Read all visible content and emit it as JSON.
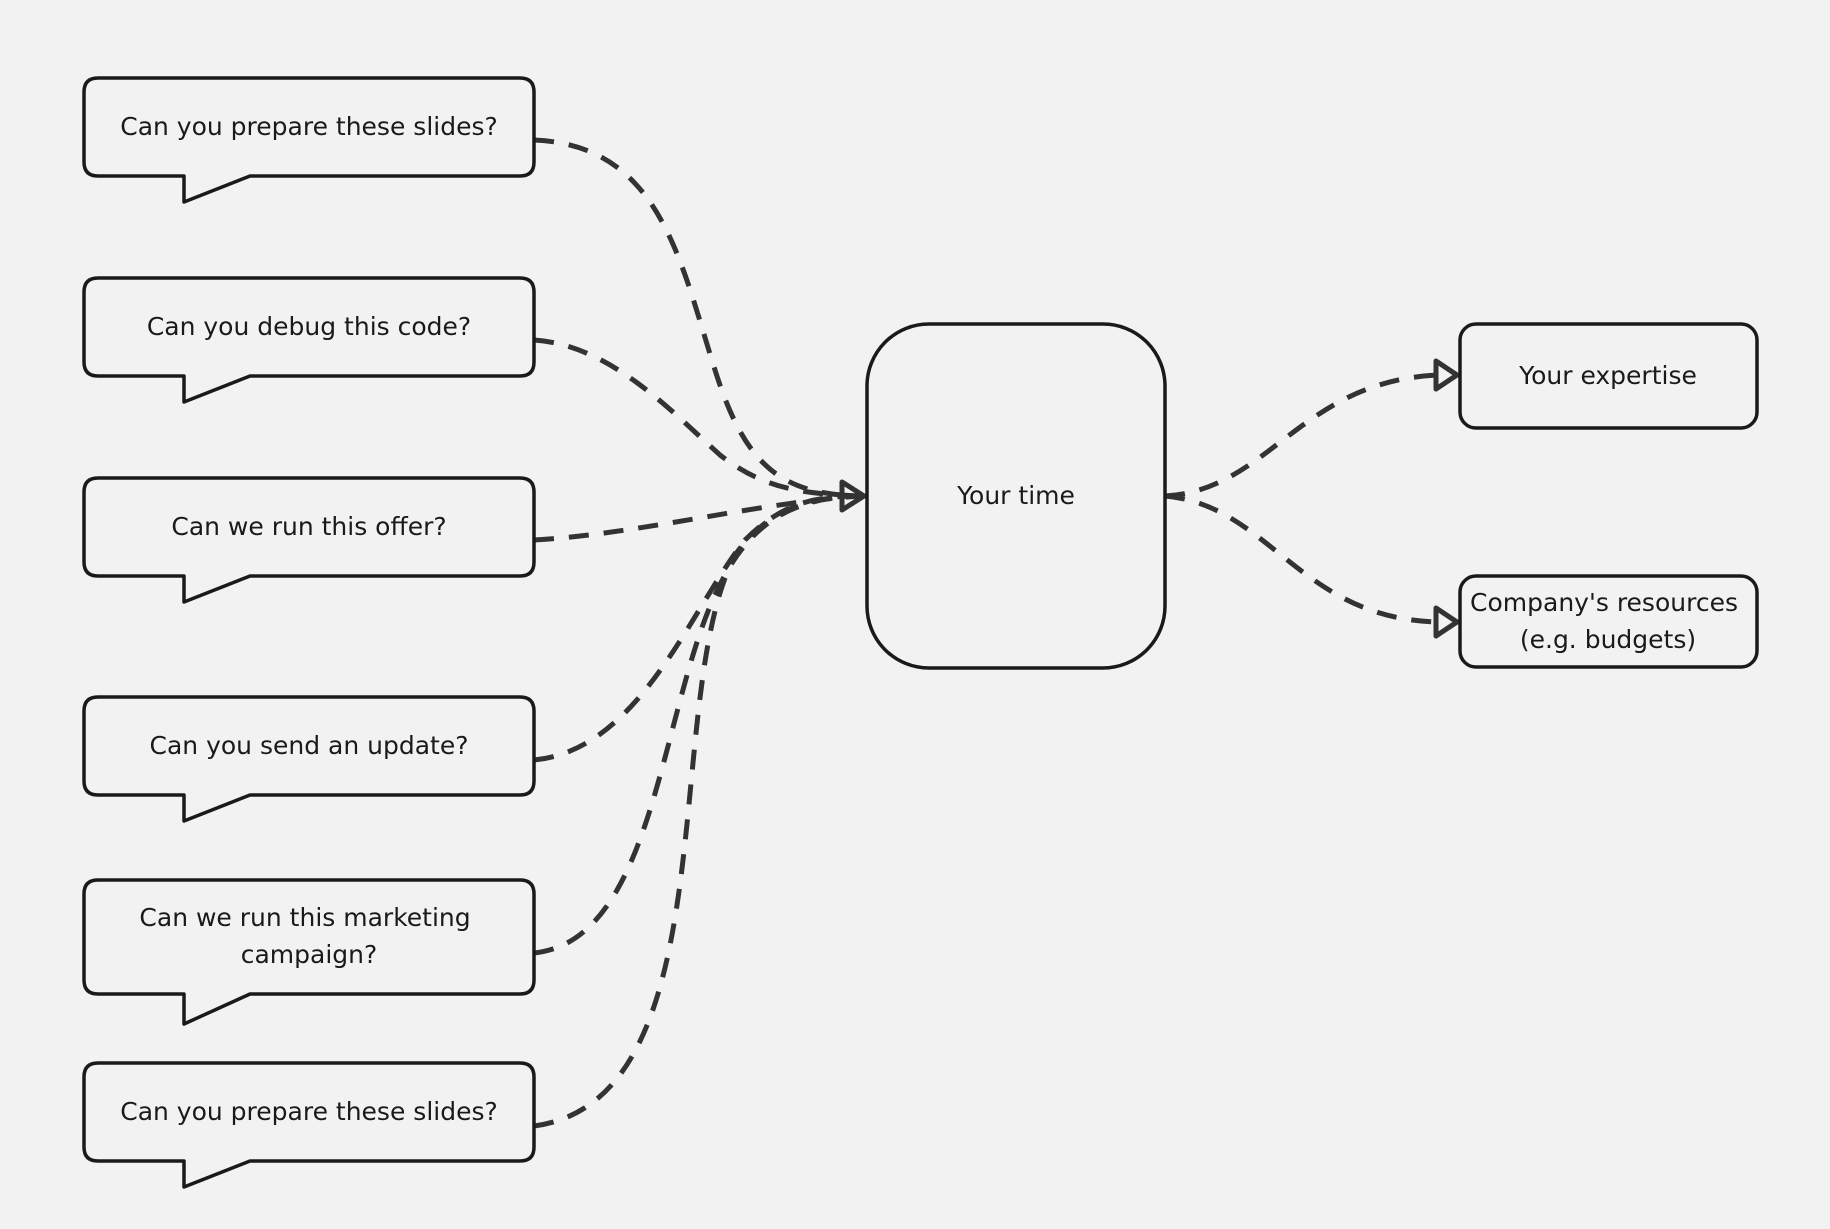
{
  "requests": [
    {
      "lines": [
        "Can you prepare these slides?"
      ]
    },
    {
      "lines": [
        "Can you debug this code?"
      ]
    },
    {
      "lines": [
        "Can we run this offer?"
      ]
    },
    {
      "lines": [
        "Can you send an update?"
      ]
    },
    {
      "lines": [
        "Can we run this marketing",
        "campaign?"
      ]
    },
    {
      "lines": [
        "Can you prepare these slides?"
      ]
    }
  ],
  "hub": {
    "label": "Your time"
  },
  "outputs": [
    {
      "lines": [
        "Your expertise"
      ]
    },
    {
      "lines": [
        "Company's resources",
        "(e.g. budgets)"
      ]
    }
  ],
  "colors": {
    "background": "#f2f2f2",
    "stroke": "#1a1a1a",
    "connector": "#333333"
  }
}
